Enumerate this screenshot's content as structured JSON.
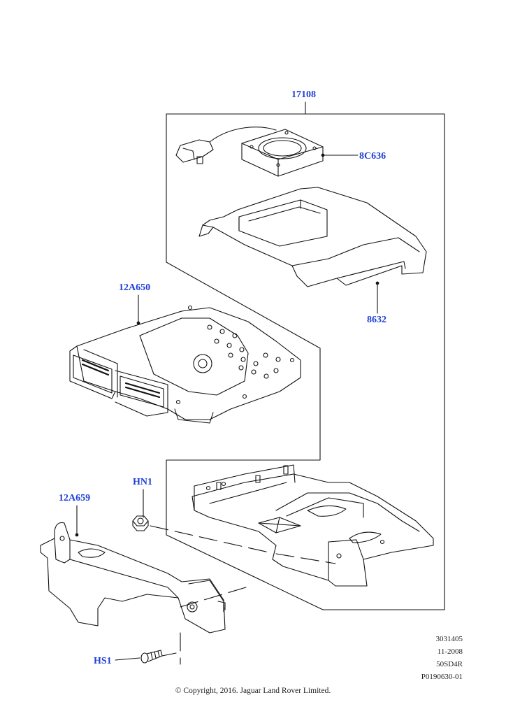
{
  "callouts": {
    "c17108": "17108",
    "c8C636": "8C636",
    "c12A650": "12A650",
    "c8632": "8632",
    "cHN1": "HN1",
    "c12A659": "12A659",
    "cHS1": "HS1"
  },
  "meta": {
    "line1": "3031405",
    "line2": "11-2008",
    "line3": "50SD4R",
    "line4": "P0190630-01"
  },
  "copyright": "© Copyright, 2016. Jaguar Land Rover Limited.",
  "colors": {
    "callout": "#1e3fd6",
    "line": "#111111"
  }
}
